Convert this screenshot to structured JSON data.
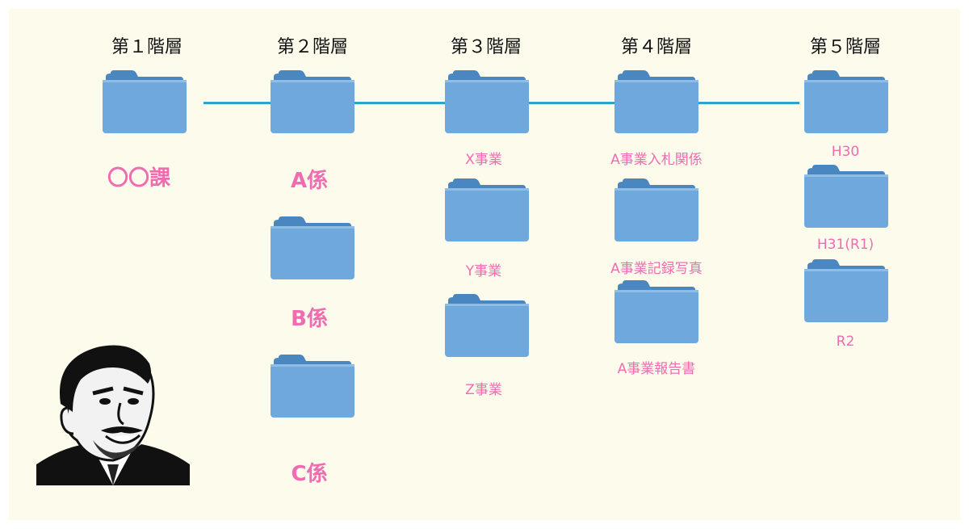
{
  "levels": [
    "第１階層",
    "第２階層",
    "第３階層",
    "第４階層",
    "第５階層"
  ],
  "col1": {
    "label": "〇〇課"
  },
  "col2": {
    "labels": [
      "A係",
      "B係",
      "C係"
    ]
  },
  "col3": {
    "labels": [
      "X事業",
      "Y事業",
      "Z事業"
    ]
  },
  "col4": {
    "labels": [
      "A事業入札関係",
      "A事業記録写真",
      "A事業報告書"
    ]
  },
  "col5": {
    "labels": [
      "H30",
      "H31(R1)",
      "R2"
    ]
  },
  "colors": {
    "folder_body": "#6fa8dc",
    "folder_tab": "#4a86c0",
    "line": "#2aa6cc",
    "label": "#f06cb1",
    "background": "#fdfbeb"
  },
  "icons": {
    "folder": "folder-icon",
    "meme": "meme-face-icon"
  }
}
